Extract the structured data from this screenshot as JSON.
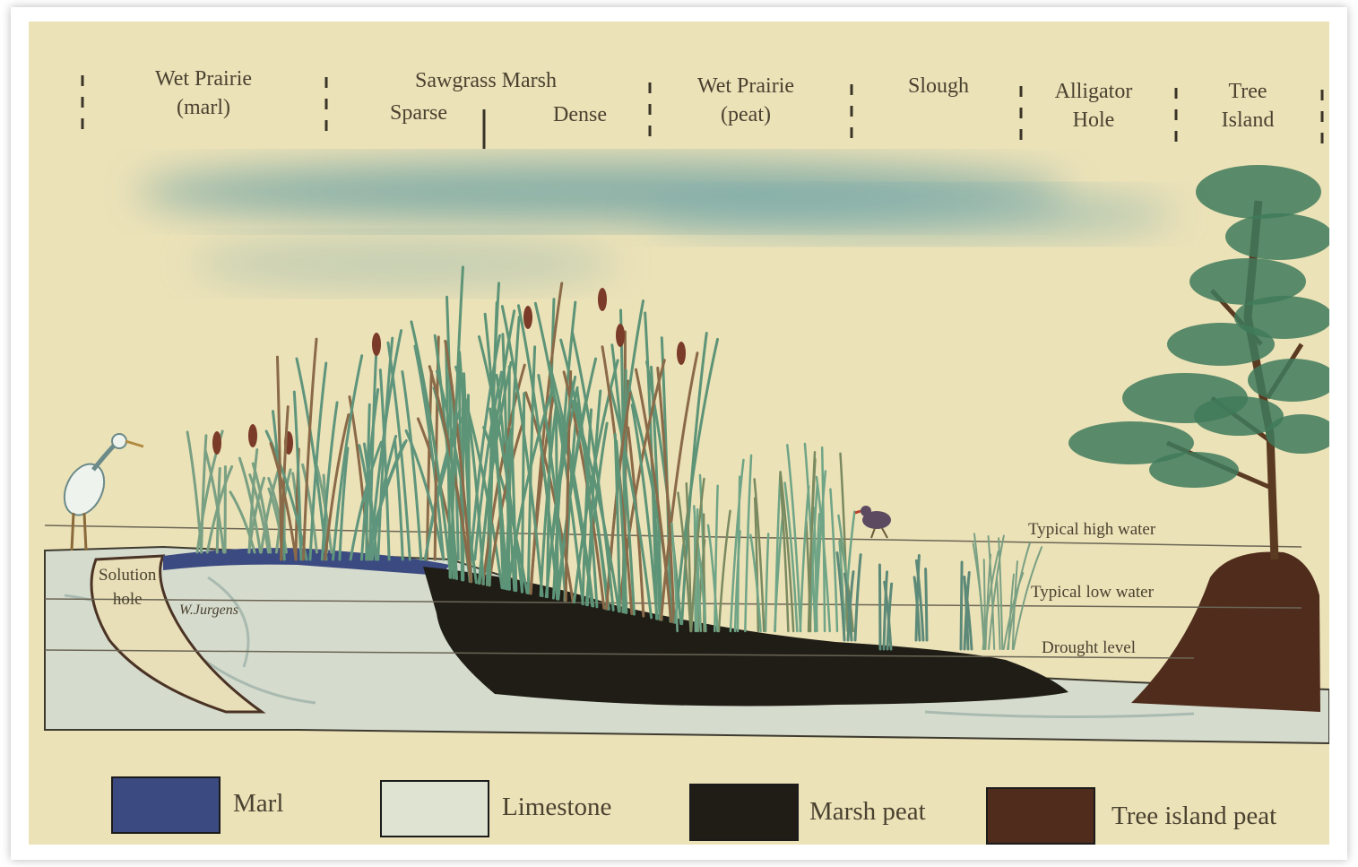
{
  "zones": [
    {
      "label": "Wet Prairie\n(marl)"
    },
    {
      "label": "Sawgrass Marsh"
    },
    {
      "label": "Sparse"
    },
    {
      "label": "Dense"
    },
    {
      "label": "Wet Prairie\n(peat)"
    },
    {
      "label": "Slough"
    },
    {
      "label": "Alligator\nHole"
    },
    {
      "label": "Tree\nIsland"
    }
  ],
  "features": {
    "solution_hole": "Solution\nhole",
    "artist": "W.Jurgens"
  },
  "water_levels": [
    {
      "label": "Typical high water"
    },
    {
      "label": "Typical low water"
    },
    {
      "label": "Drought level"
    }
  ],
  "legend": [
    {
      "label": "Marl",
      "color": "#3c4a82"
    },
    {
      "label": "Limestone",
      "color": "#dfe3d2"
    },
    {
      "label": "Marsh peat",
      "color": "#1f1d16"
    },
    {
      "label": "Tree island peat",
      "color": "#4f2c1c"
    }
  ],
  "colors": {
    "paper": "#ece2b8",
    "sky": "#5f9aa0",
    "grass": "#6c9a7a",
    "seed": "#7a3b28",
    "tree": "#3f7a5a"
  }
}
